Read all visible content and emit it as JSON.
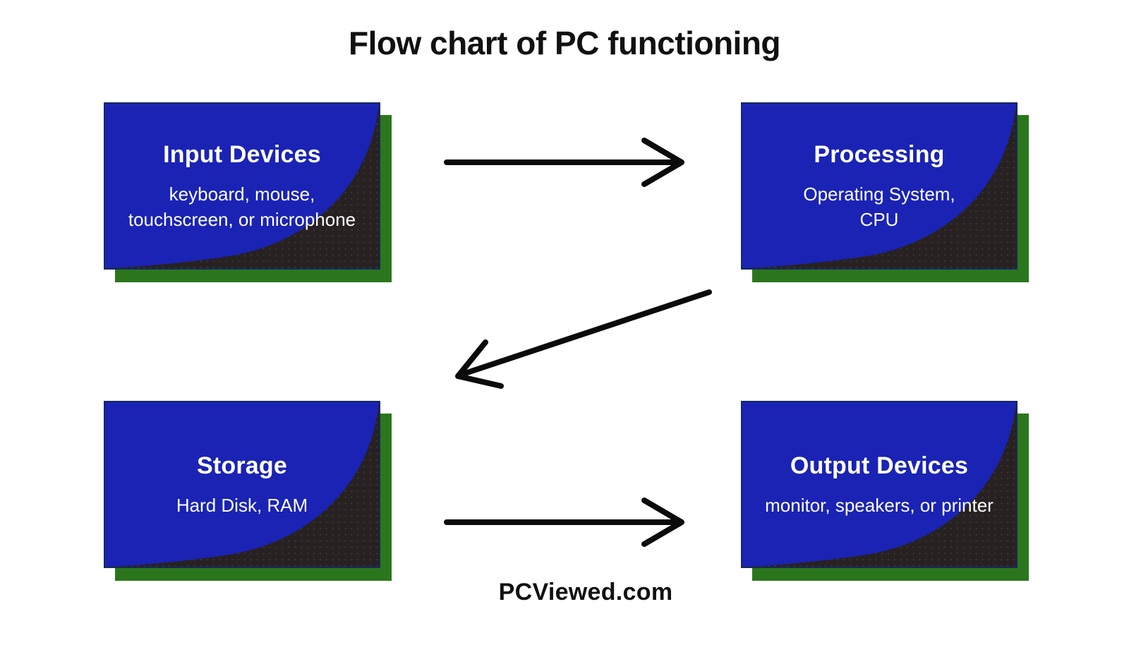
{
  "page": {
    "title": "Flow chart of PC functioning",
    "watermark": "PCViewed.com"
  },
  "colors": {
    "card_blue": "#1a23b4",
    "card_dark": "#272122",
    "shadow_green": "#2b761c",
    "card_border": "#17295b",
    "arrow_black": "#0b0b0b",
    "text_white": "#ffffff",
    "title_black": "#111111",
    "page_bg": "#ffffff"
  },
  "nodes": [
    {
      "id": "input-devices",
      "title": "Input Devices",
      "subtitle": "keyboard, mouse,\ntouchscreen, or microphone"
    },
    {
      "id": "processing",
      "title": "Processing",
      "subtitle": "Operating System,\nCPU"
    },
    {
      "id": "storage",
      "title": "Storage",
      "subtitle": "Hard Disk, RAM"
    },
    {
      "id": "output-devices",
      "title": "Output Devices",
      "subtitle": "monitor, speakers, or printer"
    }
  ],
  "edges": [
    {
      "from": "input-devices",
      "to": "processing",
      "direction": "right"
    },
    {
      "from": "processing",
      "to": "storage",
      "direction": "down-left"
    },
    {
      "from": "storage",
      "to": "output-devices",
      "direction": "right"
    }
  ]
}
